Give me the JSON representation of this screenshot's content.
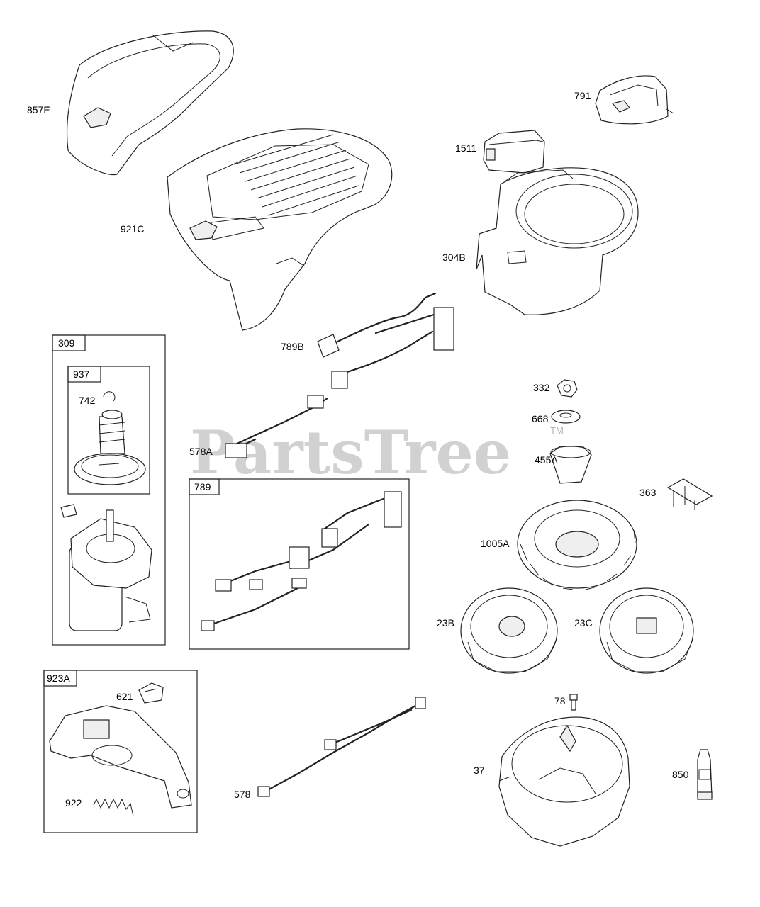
{
  "watermark": {
    "text": "PartsTree",
    "trademark": "TM"
  },
  "groups": [
    {
      "id": "309",
      "label": "309"
    },
    {
      "id": "937",
      "label": "937"
    },
    {
      "id": "789",
      "label": "789"
    },
    {
      "id": "923A",
      "label": "923A"
    }
  ],
  "parts": [
    {
      "ref": "857E",
      "label": "857E"
    },
    {
      "ref": "921C",
      "label": "921C"
    },
    {
      "ref": "791",
      "label": "791"
    },
    {
      "ref": "1511",
      "label": "1511"
    },
    {
      "ref": "304B",
      "label": "304B"
    },
    {
      "ref": "789B",
      "label": "789B"
    },
    {
      "ref": "742",
      "label": "742"
    },
    {
      "ref": "578A",
      "label": "578A"
    },
    {
      "ref": "332",
      "label": "332"
    },
    {
      "ref": "668",
      "label": "668"
    },
    {
      "ref": "455A",
      "label": "455A"
    },
    {
      "ref": "363",
      "label": "363"
    },
    {
      "ref": "1005A",
      "label": "1005A"
    },
    {
      "ref": "23B",
      "label": "23B"
    },
    {
      "ref": "23C",
      "label": "23C"
    },
    {
      "ref": "621",
      "label": "621"
    },
    {
      "ref": "922",
      "label": "922"
    },
    {
      "ref": "78",
      "label": "78"
    },
    {
      "ref": "578",
      "label": "578"
    },
    {
      "ref": "37",
      "label": "37"
    },
    {
      "ref": "850",
      "label": "850"
    }
  ]
}
